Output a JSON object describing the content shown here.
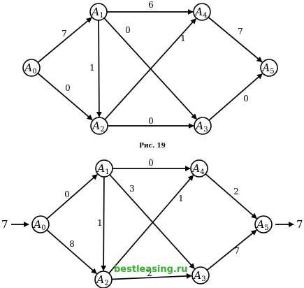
{
  "caption": "Рис. 19",
  "watermark": "bestleasing.ru",
  "flow_in": "7",
  "flow_out": "7",
  "node_prefix": "A",
  "graph1": {
    "nodes": [
      "A0",
      "A1",
      "A2",
      "A3",
      "A4",
      "A5"
    ],
    "edges": [
      {
        "from": "A0",
        "to": "A1",
        "weight": "7"
      },
      {
        "from": "A0",
        "to": "A2",
        "weight": "0"
      },
      {
        "from": "A1",
        "to": "A4",
        "weight": "6"
      },
      {
        "from": "A1",
        "to": "A2",
        "weight": "1"
      },
      {
        "from": "A1",
        "to": "A3",
        "weight": "0"
      },
      {
        "from": "A2",
        "to": "A4",
        "weight": "1"
      },
      {
        "from": "A2",
        "to": "A3",
        "weight": "0"
      },
      {
        "from": "A4",
        "to": "A5",
        "weight": "7"
      },
      {
        "from": "A3",
        "to": "A5",
        "weight": "0"
      }
    ]
  },
  "graph2": {
    "nodes": [
      "A0",
      "A1",
      "A2",
      "A3",
      "A4",
      "A5"
    ],
    "edges": [
      {
        "from": "A0",
        "to": "A1",
        "weight": "0"
      },
      {
        "from": "A0",
        "to": "A2",
        "weight": "8"
      },
      {
        "from": "A1",
        "to": "A4",
        "weight": "0"
      },
      {
        "from": "A1",
        "to": "A2",
        "weight": "1"
      },
      {
        "from": "A1",
        "to": "A3",
        "weight": "3"
      },
      {
        "from": "A2",
        "to": "A4",
        "weight": "1"
      },
      {
        "from": "A2",
        "to": "A3",
        "weight": "2"
      },
      {
        "from": "A4",
        "to": "A5",
        "weight": "2"
      },
      {
        "from": "A3",
        "to": "A5",
        "weight": "7"
      }
    ]
  }
}
